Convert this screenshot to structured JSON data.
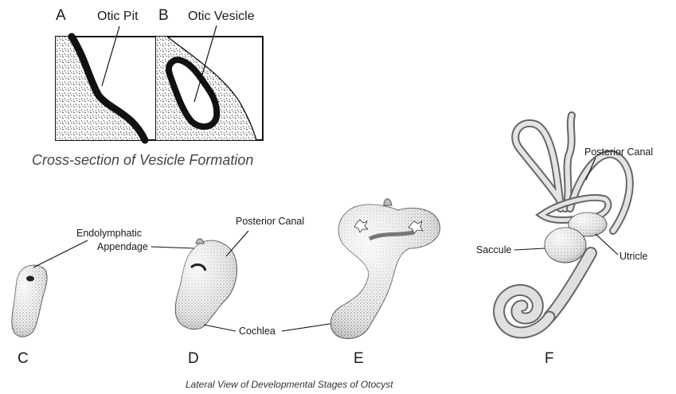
{
  "panel_letters": {
    "a": "A",
    "b": "B",
    "c": "C",
    "d": "D",
    "e": "E",
    "f": "F"
  },
  "labels": {
    "otic_pit": "Otic Pit",
    "otic_vesicle": "Otic Vesicle",
    "endolymphatic_appendage_line1": "Endolymphatic",
    "endolymphatic_appendage_line2": "Appendage",
    "posterior_canal_d": "Posterior Canal",
    "cochlea": "Cochlea",
    "posterior_canal_f": "Posterior Canal",
    "saccule": "Saccule",
    "utricle": "Utricle"
  },
  "captions": {
    "top": "Cross-section of Vesicle Formation",
    "bottom": "Lateral View of Developmental Stages of Otocyst"
  }
}
